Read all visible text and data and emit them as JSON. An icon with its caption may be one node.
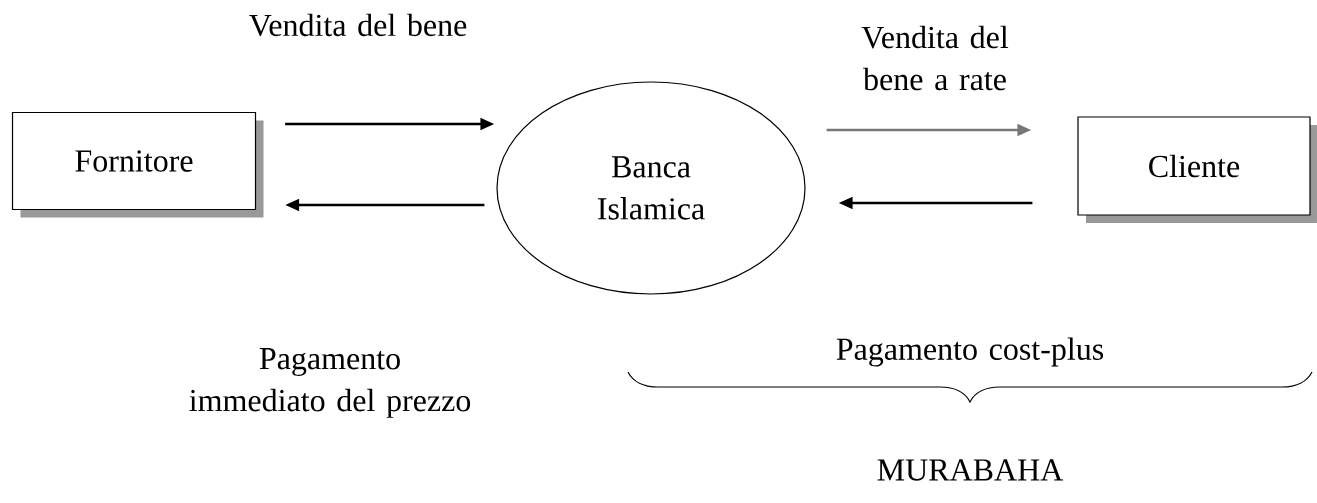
{
  "diagram": {
    "nodes": [
      {
        "text": [
          "Fornitore"
        ]
      },
      {
        "text": [
          "Banca Islamica"
        ]
      },
      {
        "text": [
          "Cliente"
        ]
      }
    ],
    "edges": [
      {
        "from": 0,
        "to": 1,
        "arrow": "to",
        "label": "Vendita del bene"
      },
      {
        "from": 1,
        "to": 0,
        "arrow": "to",
        "label": "Pagamento immediato del prezzo"
      },
      {
        "from": 1,
        "to": 2,
        "arrow": "to",
        "label": "Vendita del bene a rate",
        "color": "#777777"
      },
      {
        "from": 2,
        "to": 1,
        "arrow": "to",
        "label": "Pagamento cost-plus"
      }
    ],
    "labels": [
      "MURABAHA"
    ]
  }
}
